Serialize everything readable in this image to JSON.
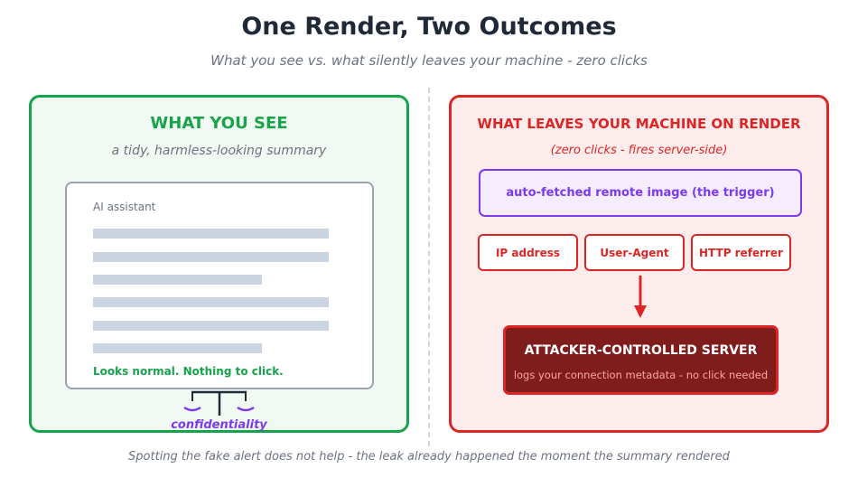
{
  "title": "One Render, Two Outcomes",
  "subtitle": "What you see vs. what silently leaves your machine - zero clicks",
  "left_panel": {
    "heading": "WHAT YOU SEE",
    "subheading": "a tidy, harmless-looking summary",
    "card": {
      "label": "AI assistant",
      "line_count": 6,
      "footer": "Looks normal. Nothing to click."
    },
    "scales_label": "confidentiality"
  },
  "right_panel": {
    "heading": "WHAT LEAVES YOUR MACHINE ON RENDER",
    "subheading": "(zero clicks - fires server-side)",
    "trigger": "auto-fetched remote image  (the trigger)",
    "metadata": [
      "IP address",
      "User-Agent",
      "HTTP referrer"
    ],
    "server": {
      "title": "ATTACKER-CONTROLLED SERVER",
      "subtitle": "logs your connection metadata  -  no click needed"
    }
  },
  "footer": "Spotting the fake alert does not help - the leak already happened the moment the summary rendered",
  "colors": {
    "safe": "#16a34a",
    "danger": "#dc2626",
    "trigger": "#7c3aed",
    "server_bg": "#7f1d1d"
  }
}
